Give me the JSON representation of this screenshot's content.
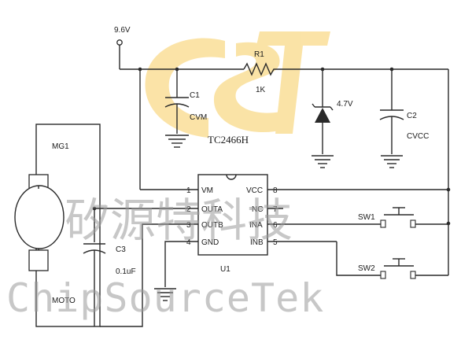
{
  "supply": {
    "label": "9.6V"
  },
  "resistor": {
    "name": "R1",
    "value": "1K"
  },
  "capacitors": {
    "c1": {
      "name": "C1",
      "net": "CVM"
    },
    "c2": {
      "name": "C2",
      "net": "CVCC"
    },
    "c3": {
      "name": "C3",
      "value": "0.1uF"
    }
  },
  "zener": {
    "value": "4.7V"
  },
  "ic": {
    "part": "TC2466H",
    "ref": "U1",
    "pins_left": [
      {
        "num": "1",
        "name": "VM"
      },
      {
        "num": "2",
        "name": "OUTA"
      },
      {
        "num": "3",
        "name": "OUTB"
      },
      {
        "num": "4",
        "name": "GND"
      }
    ],
    "pins_right": [
      {
        "num": "8",
        "name": "VCC"
      },
      {
        "num": "7",
        "name": "NC"
      },
      {
        "num": "6",
        "name": "INA"
      },
      {
        "num": "5",
        "name": "INB"
      }
    ]
  },
  "motor": {
    "ref": "MG1",
    "label": "MOTO"
  },
  "switches": {
    "sw1": "SW1",
    "sw2": "SW2"
  },
  "watermark": {
    "cn": "矽源特科技",
    "en": "ChipSourceTek",
    "logo_color": "#f6c23c"
  }
}
